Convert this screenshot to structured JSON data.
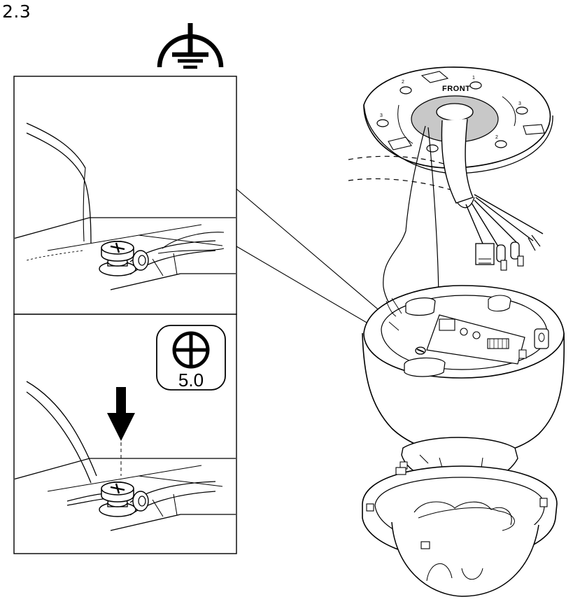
{
  "step": {
    "number": "2.3"
  },
  "ground_symbol": {
    "icon": "protective-earth-ground-icon"
  },
  "screwdriver_badge": {
    "icon": "phillips-screwdriver-icon",
    "size_label": "5.0"
  },
  "camera_base": {
    "front_label": "FRONT",
    "hole_markers": [
      "1",
      "2",
      "3",
      "2",
      "3"
    ]
  },
  "panels": [
    {
      "id": "detail-ground-wire-placed"
    },
    {
      "id": "detail-ground-screw-tightened"
    }
  ]
}
